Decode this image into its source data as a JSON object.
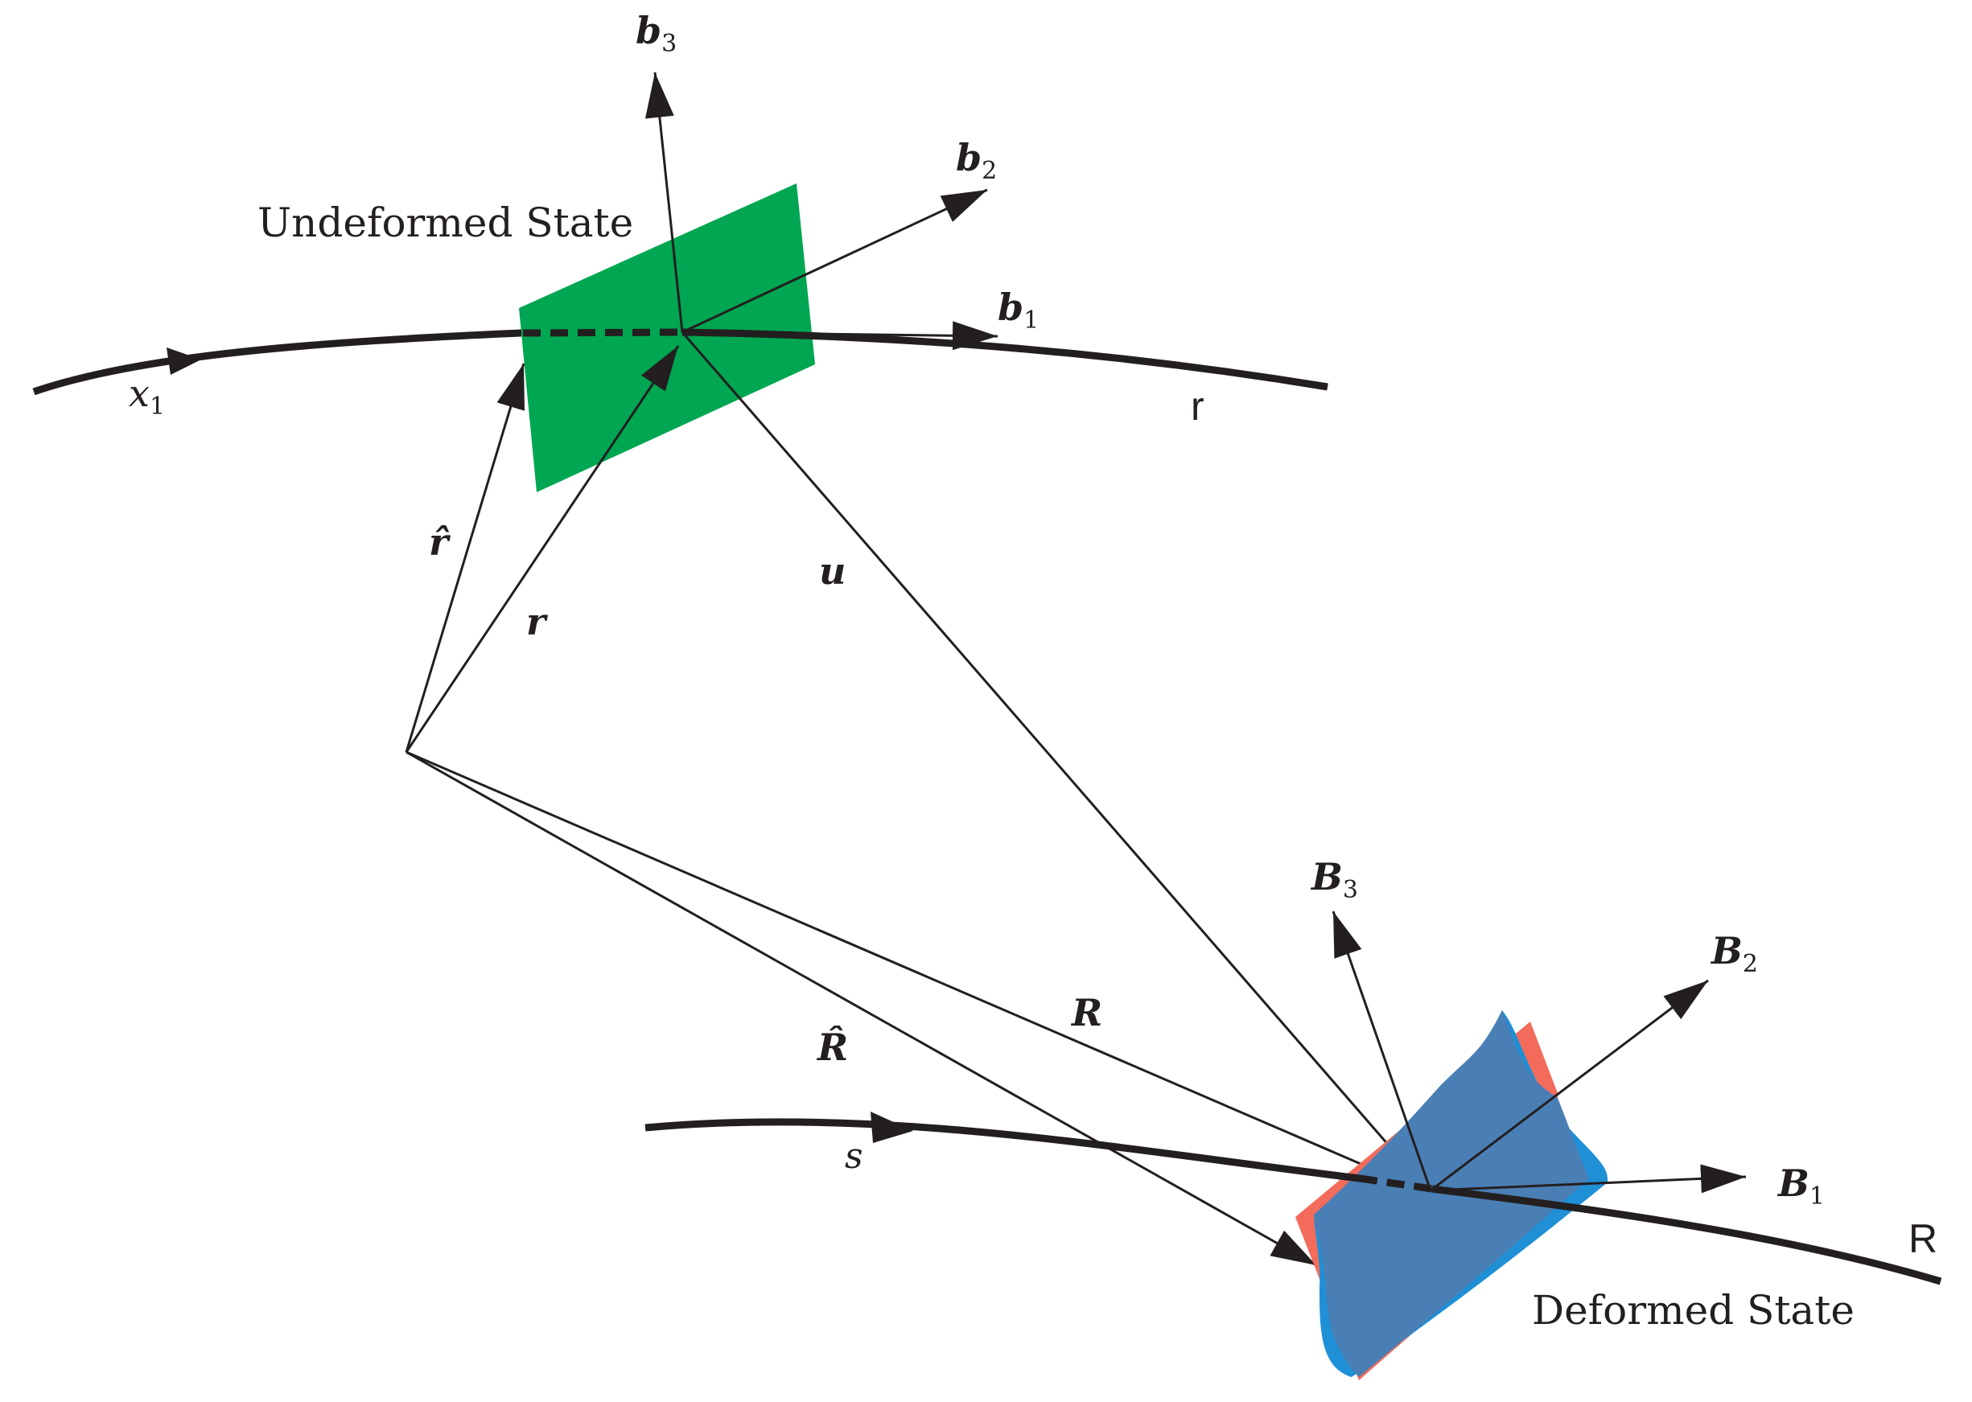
{
  "colors": {
    "undeformed_plane": "#00a651",
    "deformed_plane_red": "#f26b5b",
    "deformed_plane_blue": "#1f8fd6",
    "deformed_plane_overlap": "#4a7fb5",
    "line": "#231f20"
  },
  "labels": {
    "undeformed_state": "Undeformed State",
    "deformed_state": "Deformed State",
    "b3": {
      "main": "b",
      "sub": "3"
    },
    "b2": {
      "main": "b",
      "sub": "2"
    },
    "b1": {
      "main": "b",
      "sub": "1"
    },
    "B3": {
      "main": "B",
      "sub": "3"
    },
    "B2": {
      "main": "B",
      "sub": "2"
    },
    "B1": {
      "main": "B",
      "sub": "1"
    },
    "x1": {
      "main": "x",
      "sub": "1"
    },
    "r_curve": "r",
    "R_curve": "R",
    "r_hat": "r̂",
    "r_vec": "r",
    "u_vec": "u",
    "R_vec": "R",
    "R_hat": "R̂",
    "s": "s"
  }
}
